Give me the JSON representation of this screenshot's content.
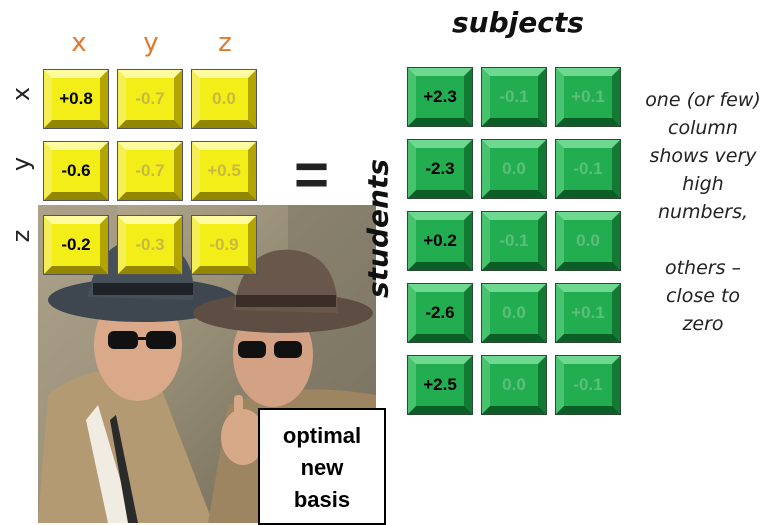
{
  "left_matrix": {
    "col_labels": [
      "x",
      "y",
      "z"
    ],
    "row_labels": [
      "x",
      "y",
      "z"
    ],
    "rows": [
      [
        "+0.8",
        "-0.7",
        "0.0"
      ],
      [
        "-0.6",
        "-0.7",
        "+0.5"
      ],
      [
        "-0.2",
        "-0.3",
        "-0.9"
      ]
    ],
    "color": "#f4ee18"
  },
  "equals_sign": "=",
  "right_matrix": {
    "title": "subjects",
    "side_label": "students",
    "rows": [
      [
        "+2.3",
        "-0.1",
        "+0.1"
      ],
      [
        "-2.3",
        "0.0",
        "-0.1"
      ],
      [
        "+0.2",
        "-0.1",
        "0.0"
      ],
      [
        "-2.6",
        "0.0",
        "+0.1"
      ],
      [
        "+2.5",
        "0.0",
        "-0.1"
      ]
    ],
    "color": "#22ad50"
  },
  "note": {
    "lines": [
      "one (or few)",
      "column",
      "shows very",
      "high",
      "numbers,",
      "",
      "others –",
      "close to",
      "zero"
    ]
  },
  "callout": {
    "lines": [
      "optimal",
      "new",
      "basis"
    ]
  },
  "photo_icon": "two-detectives-photo"
}
